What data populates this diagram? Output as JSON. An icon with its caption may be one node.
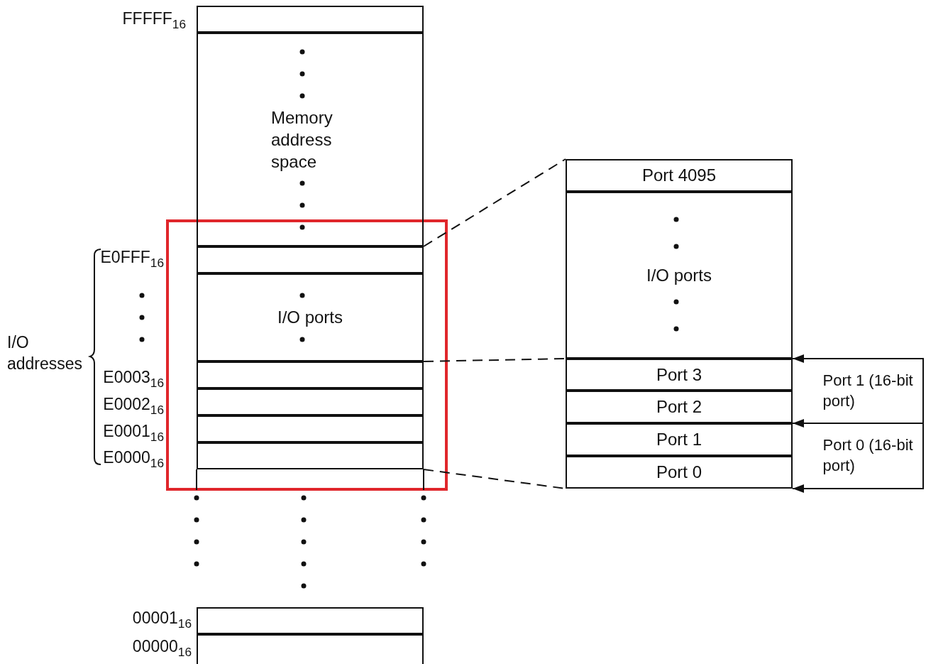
{
  "diagram": {
    "nodes": [
      {
        "text": [],
        "shape": "box"
      },
      {
        "text": [
          "Memory address space"
        ]
      },
      {
        "text": [],
        "shape": "box"
      },
      {
        "text": [
          "I/O ports"
        ]
      },
      {
        "text": [],
        "shape": "box"
      },
      {
        "text": [],
        "shape": "box"
      },
      {
        "text": [],
        "shape": "box"
      },
      {
        "text": [],
        "shape": "box"
      },
      {
        "text": [],
        "shape": "box"
      },
      {
        "text": [],
        "shape": "box"
      },
      {
        "text": [
          "Port 4095"
        ]
      },
      {
        "text": [
          "I/O ports"
        ]
      },
      {
        "text": [
          "Port 3"
        ]
      },
      {
        "text": [
          "Port 2"
        ]
      },
      {
        "text": [
          "Port 1"
        ]
      },
      {
        "text": [
          "Port 0"
        ]
      },
      {
        "text": [
          "Port 1 (16-bit port)"
        ]
      },
      {
        "text": [
          "Port 0 (16-bit port)"
        ]
      }
    ],
    "edges": [
      {
        "from": 2,
        "to": 10,
        "arrow": "none",
        "style": "dashed"
      },
      {
        "from": 4,
        "to": 12,
        "arrow": "none",
        "style": "dashed"
      },
      {
        "from": 7,
        "to": 15,
        "arrow": "none",
        "style": "dashed"
      },
      {
        "from": 16,
        "to": 12,
        "arrow": "to"
      },
      {
        "from": 17,
        "to": 14,
        "arrow": "to"
      },
      {
        "from": 17,
        "to": 15,
        "arrow": "to"
      }
    ],
    "labels": [
      "FFFFF$_{16}$",
      "E0FFF$_{16}$",
      "I/O addresses",
      "E0003$_{16}$",
      "E0002$_{16}$",
      "E0001$_{16}$",
      "E0000$_{16}$",
      "00001$_{16}$",
      "00000$_{16}$"
    ]
  }
}
